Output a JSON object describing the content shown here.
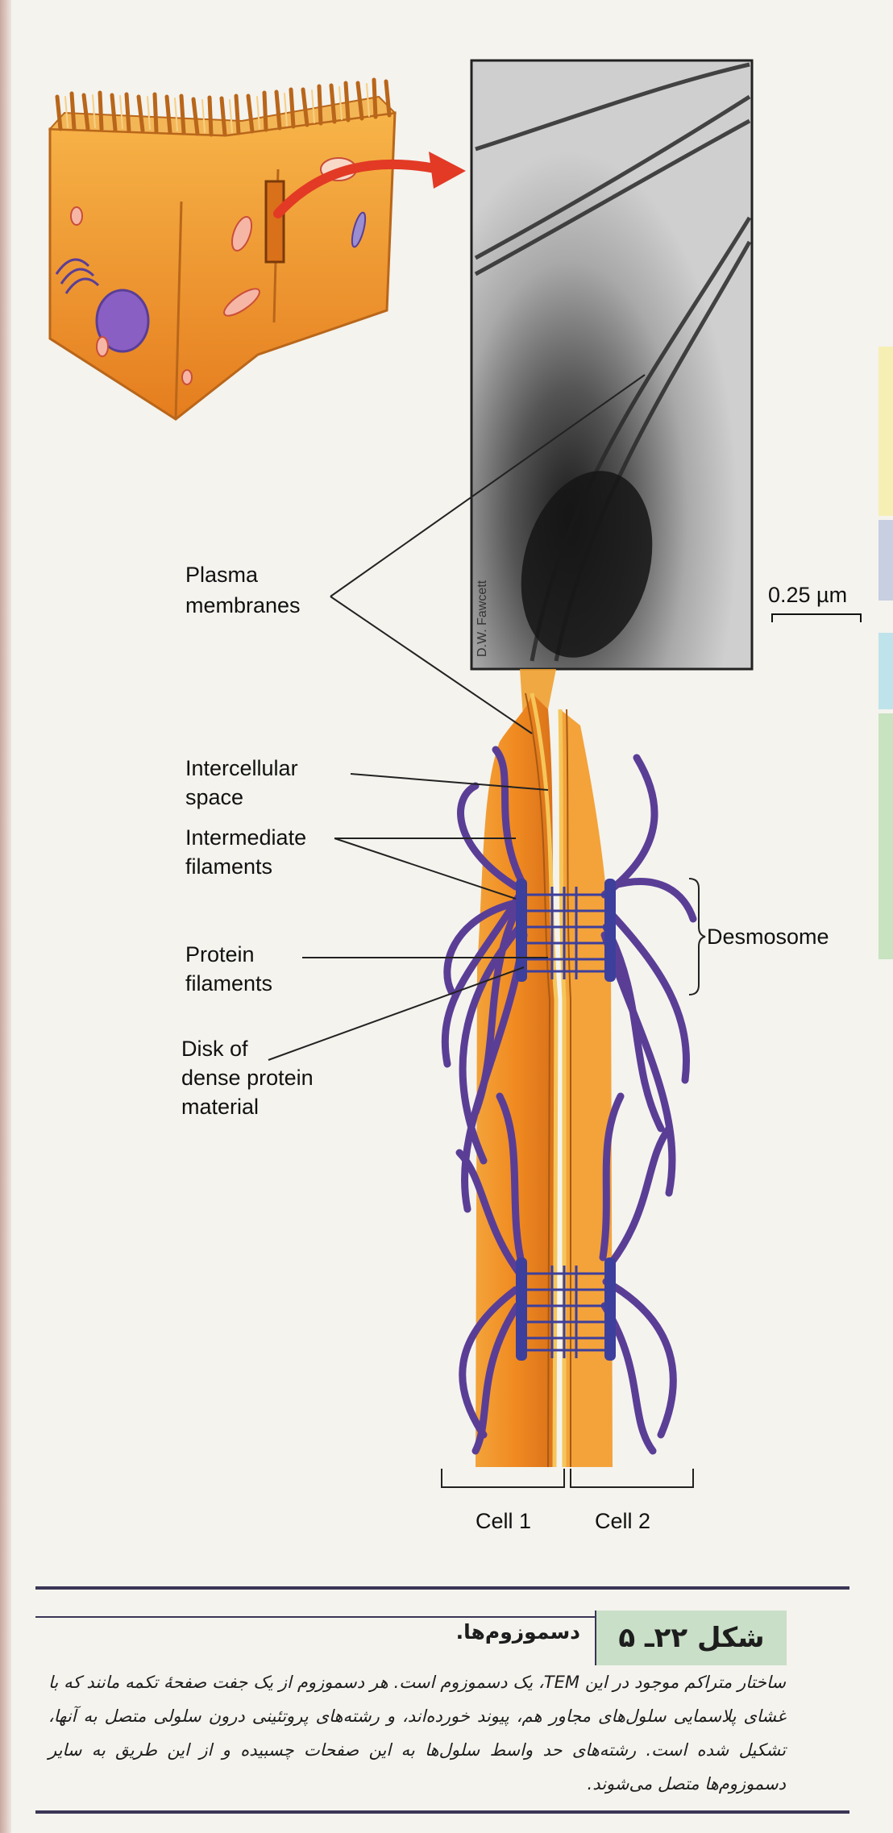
{
  "labels": {
    "plasma_membranes": [
      "Plasma",
      "membranes"
    ],
    "intercellular_space": [
      "Intercellular",
      "space"
    ],
    "intermediate_filaments": [
      "Intermediate",
      "filaments"
    ],
    "protein_filaments": [
      "Protein",
      "filaments"
    ],
    "disk": [
      "Disk of",
      "dense protein",
      "material"
    ],
    "desmosome": "Desmosome",
    "cell1": "Cell 1",
    "cell2": "Cell 2",
    "scale_bar": "0.25 µm",
    "credit": "D.W. Fawcett"
  },
  "caption": {
    "figure_number": "شکل ۲۲ـ ۵",
    "title": "دسموزوم‌ها.",
    "body": "ساختار متراکم موجود در این TEM، یک دسموزوم است. هر دسموزوم از یک جفت صفحهٔ تکمه مانند که با غشای پلاسمایی سلول‌های مجاور هم، پیوند خورده‌اند، و رشته‌های پروتئینی درون سلولی متصل به آنها، تشکیل شده است. رشته‌های حد واسط سلول‌ها به این صفحات چسبیده و از این طریق به سایر دسموزوم‌ها متصل می‌شوند."
  },
  "colors": {
    "cell_orange": "#f0982a",
    "cell_dark": "#d86d12",
    "membrane_yellow": "#f5c65a",
    "filament_purple": "#5a3e96",
    "disk_blue": "#3d3f9c",
    "arrow_red": "#e23a25",
    "rule": "#3b3556",
    "caption_bg": "#c9dfc7"
  }
}
